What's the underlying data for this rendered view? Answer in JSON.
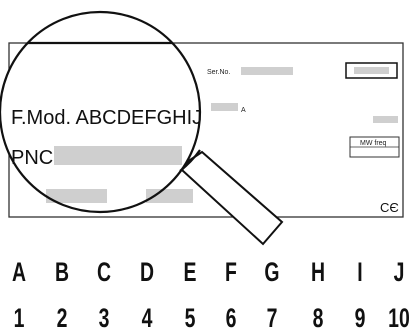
{
  "plate": {
    "ser_no_label": "Ser.No.",
    "small_a_label": "A",
    "mw_freq_label": "MW freq",
    "ce_mark": "CЄ"
  },
  "magnifier": {
    "fmod_text": "F.Mod. ABCDEFGHIJ",
    "pnc_label": "PNC"
  },
  "grid": {
    "letters": [
      "A",
      "B",
      "C",
      "D",
      "E",
      "F",
      "G",
      "H",
      "I",
      "J"
    ],
    "numbers": [
      "1",
      "2",
      "3",
      "4",
      "5",
      "6",
      "7",
      "8",
      "9",
      "10"
    ]
  },
  "colors": {
    "redaction_gray": "#cfcfcf",
    "ink": "#111111"
  },
  "icons": {
    "magnifier": "magnifying-glass-icon"
  }
}
